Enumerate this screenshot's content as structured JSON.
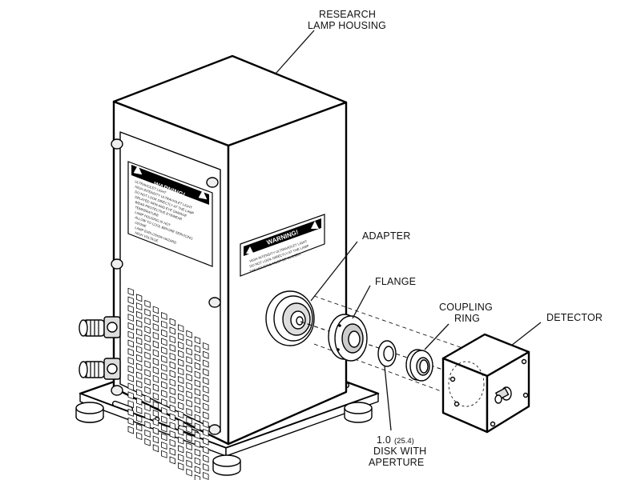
{
  "labels": {
    "housing_line1": "RESEARCH",
    "housing_line2": "LAMP HOUSING",
    "adapter": "ADAPTER",
    "flange": "FLANGE",
    "coupling_line1": "COUPLING",
    "coupling_line2": "RING",
    "detector": "DETECTOR",
    "disk_value": "1.0",
    "disk_value_mm": "(25.4)",
    "disk_line2": "DISK WITH",
    "disk_line3": "APERTURE"
  },
  "front_warning": {
    "title": "WARNING!",
    "lines": [
      "ULTRAVIOLET LIGHT",
      "HIGH INTENSITY ULTRAVIOLET LIGHT",
      "DO NOT LOOK DIRECTLY AT THE LAMP",
      "DELAYED SKIN AND EYE DAMAGE",
      "WEAR PROTECTIVE EYEWEAR",
      "TEMPERATURE",
      "LAMP HOUSING IS HOT",
      "ALLOW TO COOL BEFORE SERVICING",
      "OZONE",
      "LAMP EXPLOSION HAZARD",
      "HIGH VOLTAGE"
    ]
  },
  "side_warning": {
    "title": "WARNING!",
    "lines": [
      "HIGH INTENSITY ULTRAVIOLET LIGHT",
      "DO NOT LOOK DIRECTLY AT THE LAMP",
      "THE HOUSING MUST BE CLOSED"
    ]
  }
}
